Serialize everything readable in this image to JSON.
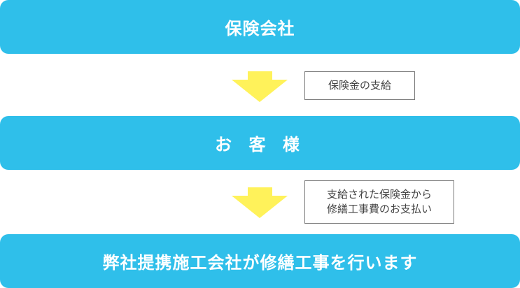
{
  "colors": {
    "bar_bg": "#2fbfea",
    "bar_text": "#ffffff",
    "arrow": "#fff25a",
    "note_border": "#7a7a7a",
    "note_text": "#444444"
  },
  "steps": [
    {
      "label": "保険会社"
    },
    {
      "label": "お 客 様"
    },
    {
      "label": "弊社提携施工会社が修繕工事を行います"
    }
  ],
  "notes": [
    {
      "line1": "保険金の支給"
    },
    {
      "line1": "支給された保険金から",
      "line2": "修繕工事費のお支払い"
    }
  ],
  "arrows": [
    {
      "icon": "down-arrow-icon"
    },
    {
      "icon": "down-arrow-icon"
    }
  ]
}
